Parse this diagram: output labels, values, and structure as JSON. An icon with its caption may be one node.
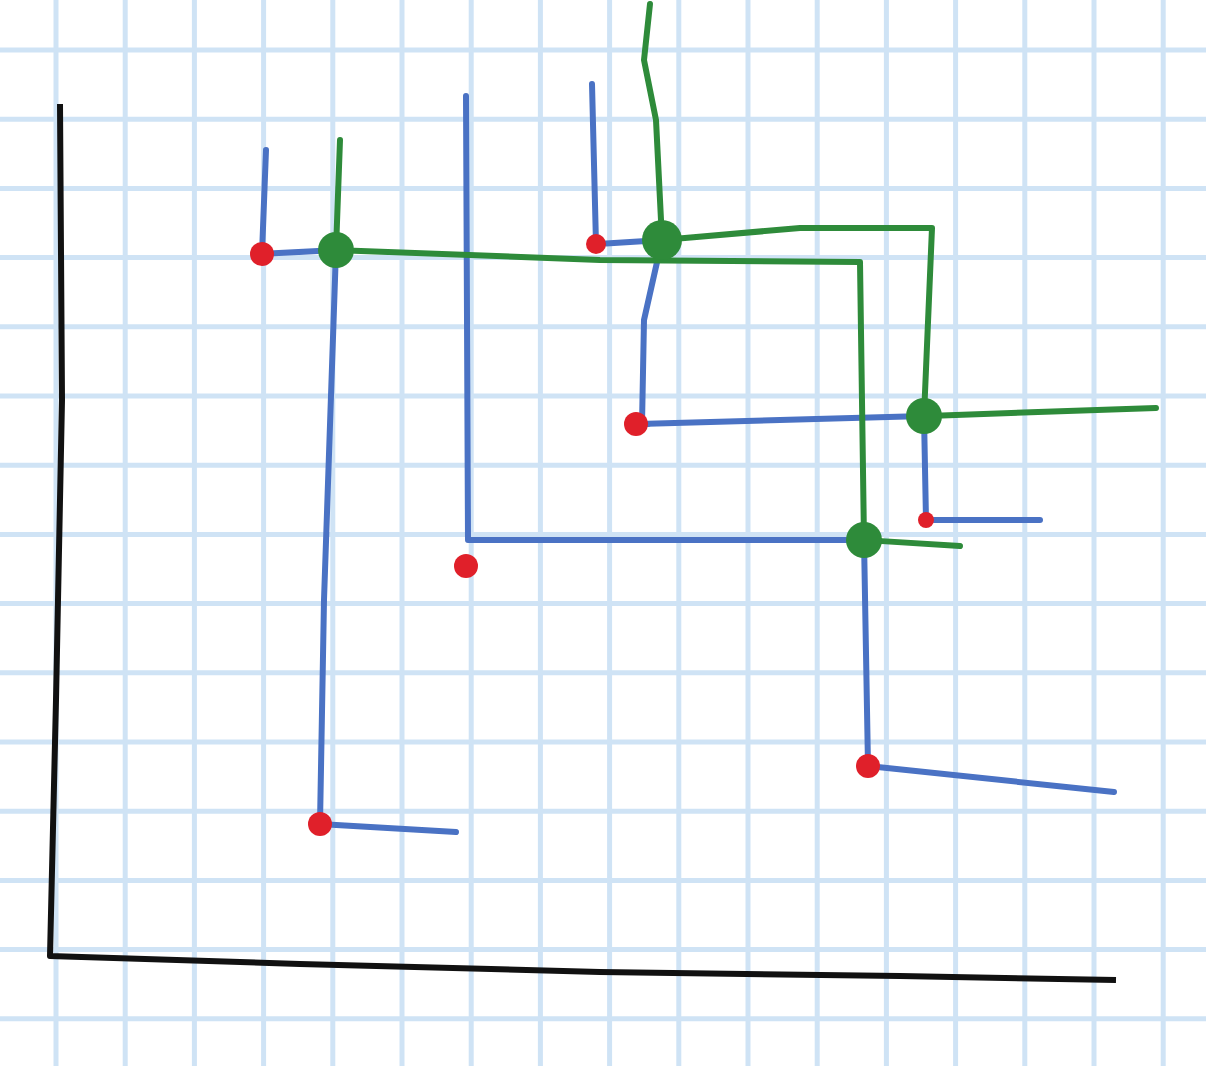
{
  "diagram": {
    "nodes": [
      {
        "text": [],
        "shape": "circle"
      },
      {
        "text": [],
        "shape": "circle"
      },
      {
        "text": [],
        "shape": "circle"
      },
      {
        "text": [],
        "shape": "circle"
      },
      {
        "text": [],
        "shape": "circle"
      },
      {
        "text": [],
        "shape": "circle"
      },
      {
        "text": [],
        "shape": "circle"
      },
      {
        "text": [],
        "shape": "circle"
      },
      {
        "text": [],
        "shape": "circle"
      },
      {
        "text": [],
        "shape": "circle"
      },
      {
        "text": [],
        "shape": "circle"
      }
    ],
    "edges": [
      {
        "from": 0,
        "to": 1,
        "arrow": "none"
      },
      {
        "from": 2,
        "to": 3,
        "arrow": "none"
      },
      {
        "from": 3,
        "to": 4,
        "arrow": "none"
      },
      {
        "from": 4,
        "to": 5,
        "arrow": "none"
      },
      {
        "from": 5,
        "to": 6,
        "arrow": "none"
      },
      {
        "from": 7,
        "to": 9,
        "arrow": "none"
      },
      {
        "from": null,
        "to": 7,
        "arrow": "none"
      },
      {
        "from": 1,
        "to": 10,
        "arrow": "none"
      },
      {
        "from": 1,
        "to": 7,
        "arrow": "none",
        "color": "#2e8b3a"
      },
      {
        "from": 3,
        "to": 5,
        "arrow": "none",
        "color": "#2e8b3a"
      },
      {
        "from": 0,
        "to": null,
        "arrow": "none"
      },
      {
        "from": 2,
        "to": null,
        "arrow": "none"
      },
      {
        "from": 10,
        "to": null,
        "arrow": "none"
      },
      {
        "from": 9,
        "to": null,
        "arrow": "none"
      },
      {
        "from": 6,
        "to": null,
        "arrow": "none"
      },
      {
        "from": 1,
        "to": null,
        "arrow": "none",
        "color": "#2e8b3a"
      },
      {
        "from": 3,
        "to": null,
        "arrow": "none",
        "color": "#2e8b3a"
      },
      {
        "from": 5,
        "to": null,
        "arrow": "none",
        "color": "#2e8b3a"
      },
      {
        "from": 7,
        "to": null,
        "arrow": "none",
        "color": "#2e8b3a"
      }
    ]
  }
}
